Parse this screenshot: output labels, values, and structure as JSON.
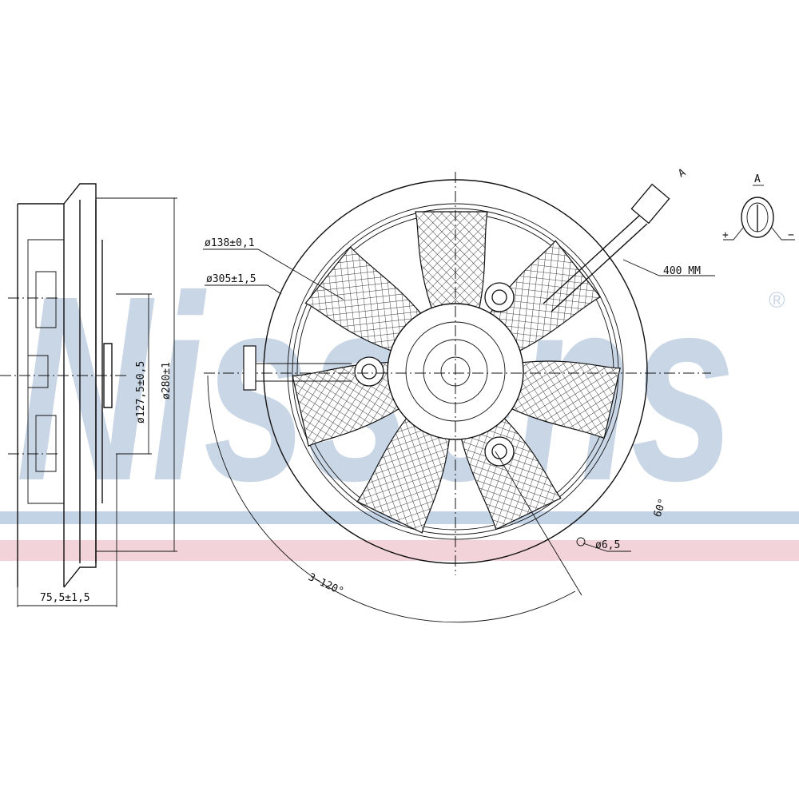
{
  "watermark": {
    "brand": "Nissens",
    "registered": "®",
    "stripe_blue": "#c3d3e6",
    "stripe_pink": "#f2d3da"
  },
  "labels": {
    "hub_diameter": "ø138±0,1",
    "outer_diameter": "ø305±1,5",
    "cable_length": "400 MM",
    "view_marker": "A",
    "view_title": "A",
    "plus": "+",
    "minus": "−",
    "ring_diameter": "ø127,5±0,5",
    "shroud_diameter": "ø280±1",
    "depth": "75,5±1,5",
    "hole_diameter": "ø6,5",
    "mounting_pattern": "3−120°",
    "angle": "60°"
  },
  "fan": {
    "blade_count": 7,
    "mount_count": 3
  }
}
